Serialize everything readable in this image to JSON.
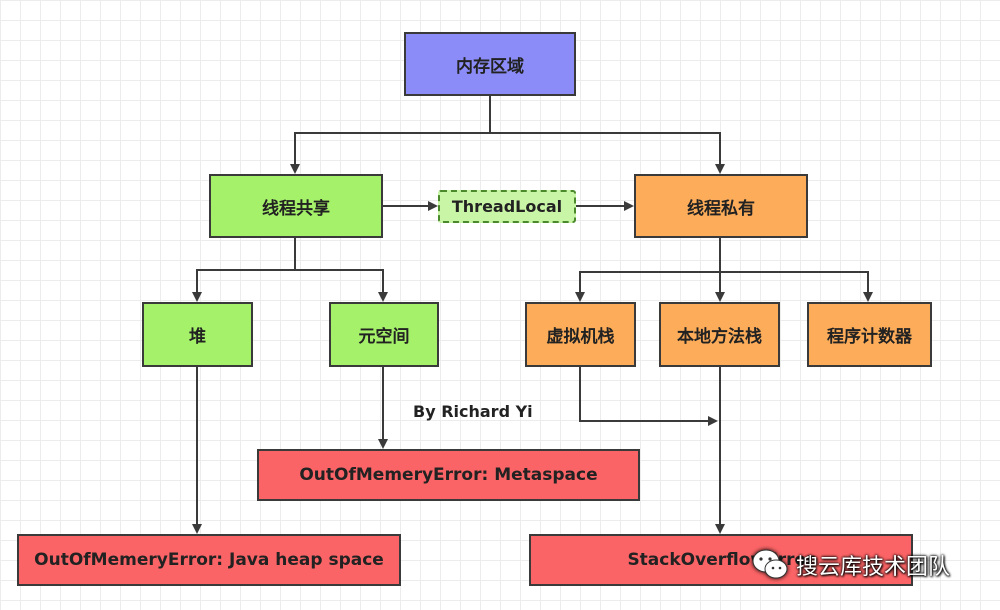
{
  "nodes": {
    "root": "内存区域",
    "shared": "线程共享",
    "threadlocal": "ThreadLocal",
    "private": "线程私有",
    "heap": "堆",
    "metaspace": "元空间",
    "vm_stack": "虚拟机栈",
    "native_stack": "本地方法栈",
    "pc": "程序计数器",
    "oom_meta": "OutOfMemeryError: Metaspace",
    "oom_heap": "OutOfMemeryError: Java heap space",
    "stack_overflow": "StackOverflowError"
  },
  "credit": "By Richard  Yi",
  "watermark": "搜云库技术团队",
  "colors": {
    "root": "#8b8cf7",
    "shared": "#a5f26a",
    "private": "#fdad5a",
    "error": "#fb6466"
  }
}
